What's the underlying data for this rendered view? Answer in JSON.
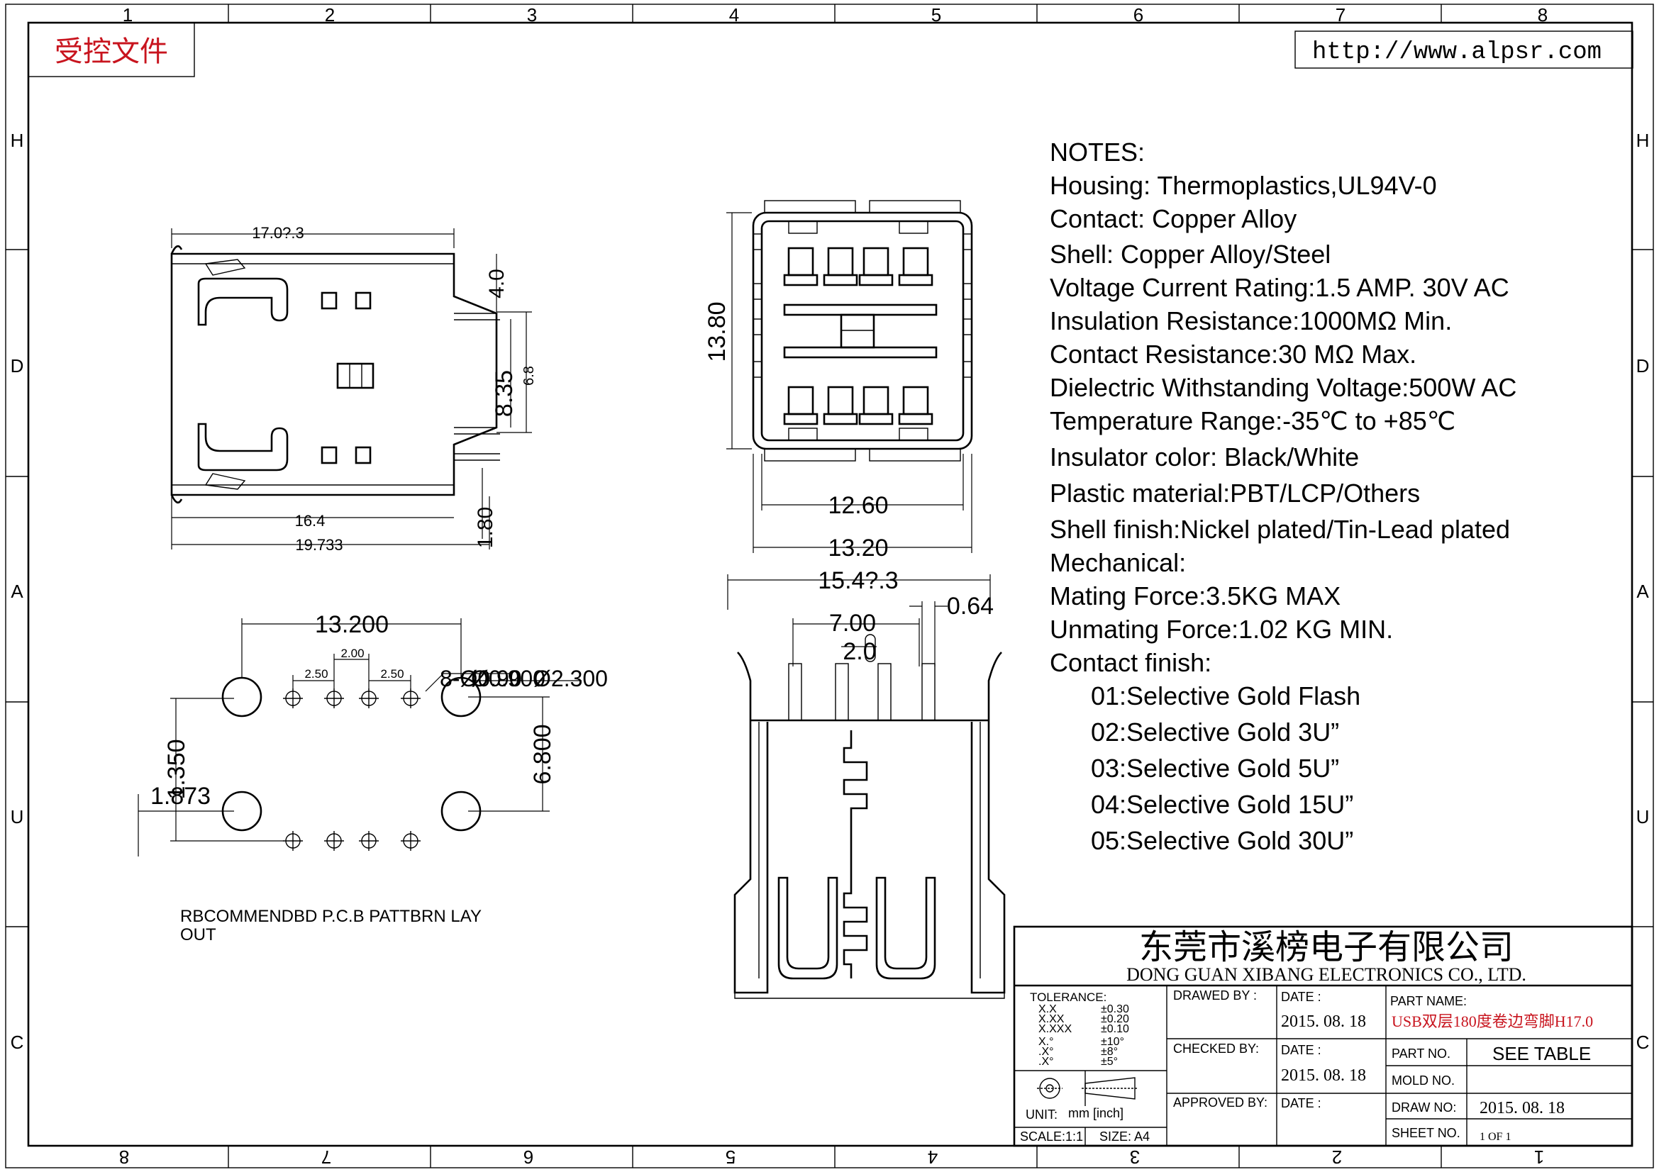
{
  "stamp": "受控文件",
  "website": "http://www.alpsr.com",
  "zones": {
    "top": [
      "1",
      "2",
      "3",
      "4",
      "5",
      "6",
      "7",
      "8"
    ],
    "bottom": [
      "8",
      "7",
      "6",
      "5",
      "4",
      "3",
      "2",
      "1"
    ],
    "left": [
      "H",
      "D",
      "A",
      "U",
      "C"
    ],
    "right": [
      "H",
      "D",
      "A",
      "U",
      "C"
    ]
  },
  "side_view": {
    "dims": [
      "17.0?.3",
      "4.0",
      "6.8",
      "8.35",
      "16.4",
      "19.733",
      "1.80"
    ]
  },
  "front_view": {
    "dims": [
      "13.80",
      "12.60",
      "13.20"
    ]
  },
  "bottom_view": {
    "dims": [
      "15.4?.3",
      "0.64",
      "7.00",
      "2.0"
    ]
  },
  "pcb": {
    "dims": [
      "13.200",
      "2.00",
      "2.50",
      "2.50",
      "8-Ø0.90",
      "Ø0.900",
      "Ø2.300",
      "6.800",
      "1.350",
      "1.873"
    ],
    "caption_line1": "RBCOMMENDBD P.C.B PATTBRN LAY",
    "caption_line2": "OUT"
  },
  "notes": {
    "heading": "NOTES:",
    "lines": [
      "Housing:  Thermoplastics,UL94V-0",
      "Contact:  Copper Alloy",
      "Shell:  Copper Alloy/Steel",
      "Voltage Current Rating:1.5 AMP. 30V AC",
      "Insulation Resistance:1000MΩ Min.",
      "Contact Resistance:30 MΩ Max.",
      "Dielectric Withstanding Voltage:500W AC",
      "Temperature Range:-35℃ to +85℃",
      "Insulator color: Black/White",
      "Plastic material:PBT/LCP/Others",
      "Shell finish:Nickel plated/Tin-Lead plated",
      "Mechanical:",
      "Mating Force:3.5KG MAX",
      "Unmating Force:1.02 KG MIN.",
      "Contact finish:"
    ],
    "finish_options": [
      "01:Selective Gold Flash",
      "02:Selective Gold 3U”",
      "03:Selective Gold 5U”",
      "04:Selective Gold 15U”",
      "05:Selective Gold 30U”"
    ]
  },
  "title_block": {
    "company_cn": "东莞市溪榜电子有限公司",
    "company_en": "DONG GUAN XIBANG ELECTRONICS CO., LTD.",
    "tolerance_label": "TOLERANCE:",
    "tolerance_rows": [
      {
        "k": "X.X",
        "v": "±0.30"
      },
      {
        "k": "X.XX",
        "v": "±0.20"
      },
      {
        "k": "X.XXX",
        "v": "±0.10"
      },
      {
        "k": "X.°",
        "v": "±10°"
      },
      {
        "k": ".X°",
        "v": "±8°"
      },
      {
        "k": ".X°",
        "v": "±5°"
      }
    ],
    "unit_label": "UNIT:",
    "unit_value": "mm  [inch]",
    "scale": "SCALE:1:1",
    "size": "SIZE:  A4",
    "drawn_by_label": "DRAWED BY :",
    "checked_by_label": "CHECKED BY:",
    "approved_by_label": "APPROVED BY:",
    "date_label": "DATE :",
    "date_drawn": "2015. 08. 18",
    "date_checked": "2015. 08. 18",
    "part_name_label": "PART NAME:",
    "part_name": "USB双层180度卷边弯脚H17.0",
    "part_no_label": "PART NO.",
    "part_no": "SEE TABLE",
    "mold_no_label": "MOLD NO.",
    "draw_no_label": "DRAW NO:",
    "draw_no": "2015. 08. 18",
    "sheet_no_label": "SHEET NO.",
    "sheet_no": "1 OF 1"
  }
}
